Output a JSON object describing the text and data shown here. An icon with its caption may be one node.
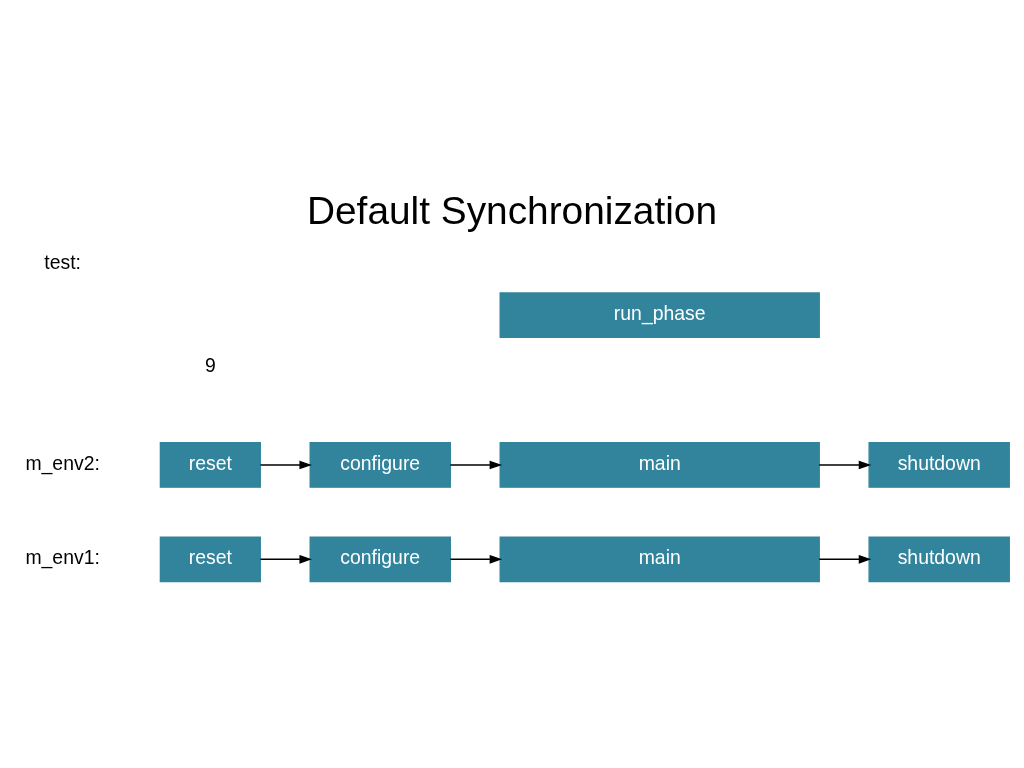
{
  "diagram": {
    "title": "Default Synchronization",
    "nodes": [
      {
        "text": [
          "reset"
        ]
      },
      {
        "text": [
          "configure"
        ]
      },
      {
        "text": [
          "main"
        ]
      },
      {
        "text": [
          "shutdown"
        ]
      },
      {
        "text": [
          "reset"
        ]
      },
      {
        "text": [
          "configure"
        ]
      },
      {
        "text": [
          "main"
        ]
      },
      {
        "text": [
          "shutdown"
        ]
      },
      {
        "text": [
          "run_phase"
        ]
      }
    ],
    "edges": [
      {
        "from": 0,
        "to": 1,
        "arrow": "to"
      },
      {
        "from": 1,
        "to": 2,
        "arrow": "to"
      },
      {
        "from": 2,
        "to": 3,
        "arrow": "to"
      },
      {
        "from": 4,
        "to": 5,
        "arrow": "to"
      },
      {
        "from": 5,
        "to": 6,
        "arrow": "to"
      },
      {
        "from": 6,
        "to": 7,
        "arrow": "to"
      }
    ],
    "labels": [
      "m_env1:",
      "m_env2:",
      "test:",
      "9"
    ]
  }
}
